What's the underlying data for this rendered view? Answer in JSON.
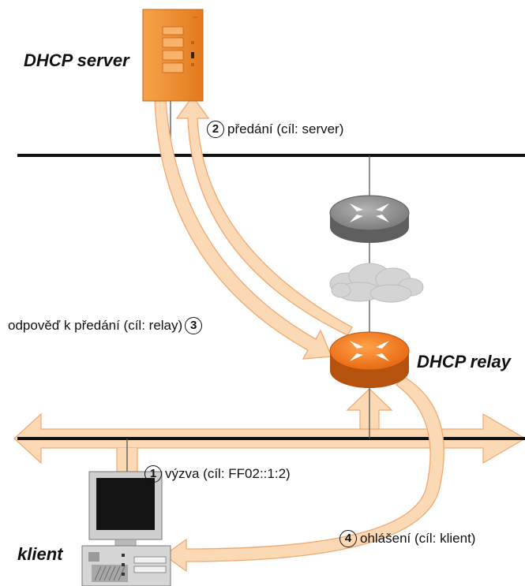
{
  "labels": {
    "server": "DHCP server",
    "relay": "DHCP relay",
    "client": "klient"
  },
  "steps": [
    {
      "number": "1",
      "text": "výzva (cíl: FF02::1:2)"
    },
    {
      "number": "2",
      "text": "předání (cíl: server)"
    },
    {
      "number": "3",
      "text": "odpověď k předání (cíl: relay)"
    },
    {
      "number": "4",
      "text": "ohlášení (cíl: klient)"
    }
  ],
  "colors": {
    "arrow_fill": "#fcd9b5",
    "arrow_stroke": "#f0a870",
    "server_orange": "#f08c28",
    "relay_orange": "#ef7a1e",
    "router_gray": "#8c8c8c",
    "cloud_gray": "#d4d4d4",
    "network_line": "#111111"
  }
}
